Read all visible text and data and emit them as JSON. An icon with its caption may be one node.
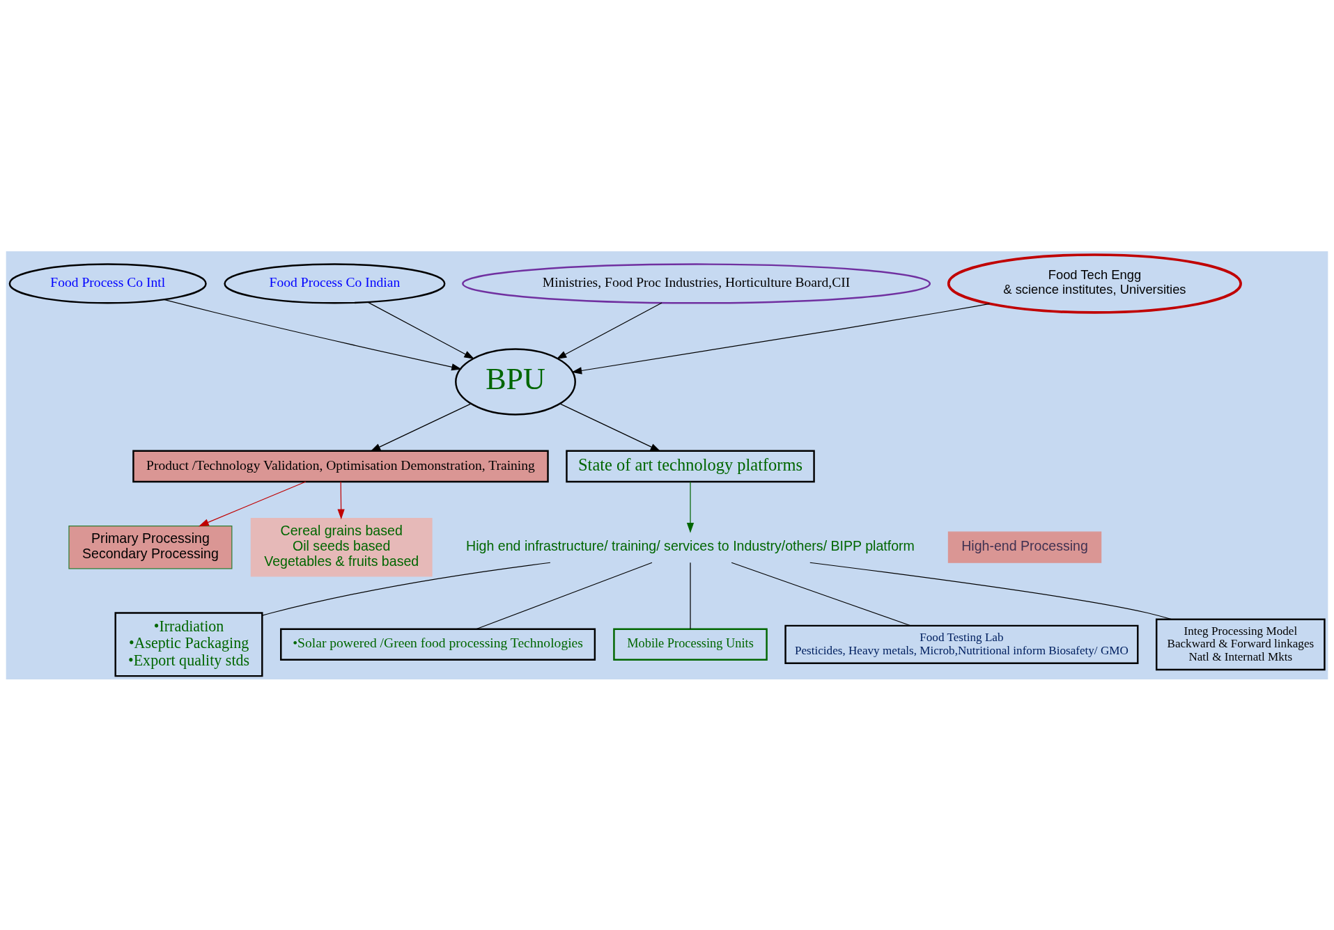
{
  "diagram": {
    "nodes": [
      {
        "text": [
          "Food Process Co Intl"
        ]
      },
      {
        "text": [
          "Food Process Co Indian"
        ]
      },
      {
        "text": [
          "Ministries, Food Proc Industries, Horticulture Board,CII"
        ]
      },
      {
        "text": [
          "BPU"
        ]
      },
      {
        "text": [
          "Food Tech Engg",
          "& science institutes, Universities"
        ]
      },
      {
        "text": [
          "Primary Processing",
          "Secondary Processing"
        ]
      },
      {
        "text": [
          "High-end Processing"
        ]
      },
      {
        "text": [
          "Cereal grains based",
          "Oil seeds based",
          "Vegetables & fruits based"
        ]
      },
      {
        "text": [
          "Product /Technology Validation, Optimisation Demonstration, Training"
        ]
      },
      {
        "text": [
          "State of art technology platforms"
        ]
      },
      {
        "text": [
          "High end infrastructure/ training/ services to Industry/others/ BIPP platform"
        ]
      },
      {
        "text": [
          "•Irradiation",
          "•Aseptic Packaging",
          "•Export quality stds"
        ]
      },
      {
        "text": [
          "•Solar powered /Green food processing Technologies"
        ]
      },
      {
        "text": [
          "Mobile Processing Units"
        ]
      },
      {
        "text": [
          "Food Testing Lab",
          "Pesticides, Heavy metals, Microb,Nutritional inform Biosafety/ GMO"
        ]
      },
      {
        "text": [
          "Integ Processing Model",
          "Backward & Forward linkages",
          "Natl & Internatl Mkts"
        ]
      }
    ],
    "edges": [
      {
        "from": 0,
        "to": 3,
        "arrow": "to"
      },
      {
        "from": 1,
        "to": 3,
        "arrow": "to"
      },
      {
        "from": 2,
        "to": 3,
        "arrow": "to"
      },
      {
        "from": 4,
        "to": 3,
        "arrow": "to"
      },
      {
        "from": 3,
        "to": 8,
        "arrow": "to"
      },
      {
        "from": 3,
        "to": 9,
        "arrow": "to"
      },
      {
        "from": 8,
        "to": 5,
        "arrow": "to",
        "color": "#c00000"
      },
      {
        "from": 8,
        "to": 7,
        "arrow": "to",
        "color": "#c00000"
      },
      {
        "from": 9,
        "to": 10,
        "arrow": "to",
        "color": "#006600"
      },
      {
        "from": 10,
        "to": 11,
        "arrow": "none"
      },
      {
        "from": 10,
        "to": 12,
        "arrow": "none"
      },
      {
        "from": 10,
        "to": 13,
        "arrow": "none"
      },
      {
        "from": 10,
        "to": 14,
        "arrow": "none"
      },
      {
        "from": 10,
        "to": 15,
        "arrow": "none"
      }
    ]
  }
}
